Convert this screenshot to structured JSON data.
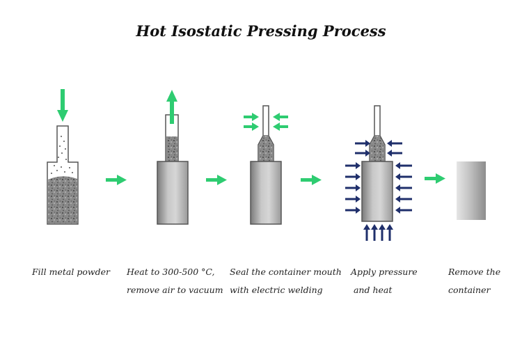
{
  "title": "Hot Isostatic Pressing Process",
  "steps": [
    {
      "line1": "Fill metal powder",
      "line2": ""
    },
    {
      "line1": "Heat to 300-500 °C,",
      "line2": "remove air to vacuum"
    },
    {
      "line1": "Seal the container mouth",
      "line2": "with electric welding"
    },
    {
      "line1": "Apply pressure",
      "line2": " and heat"
    },
    {
      "line1": "Remove the",
      "line2": "container"
    }
  ],
  "colors": {
    "process_arrow": "#2ecc71",
    "pressure_arrow": "#1f2f6b",
    "container_outline": "#555555"
  }
}
